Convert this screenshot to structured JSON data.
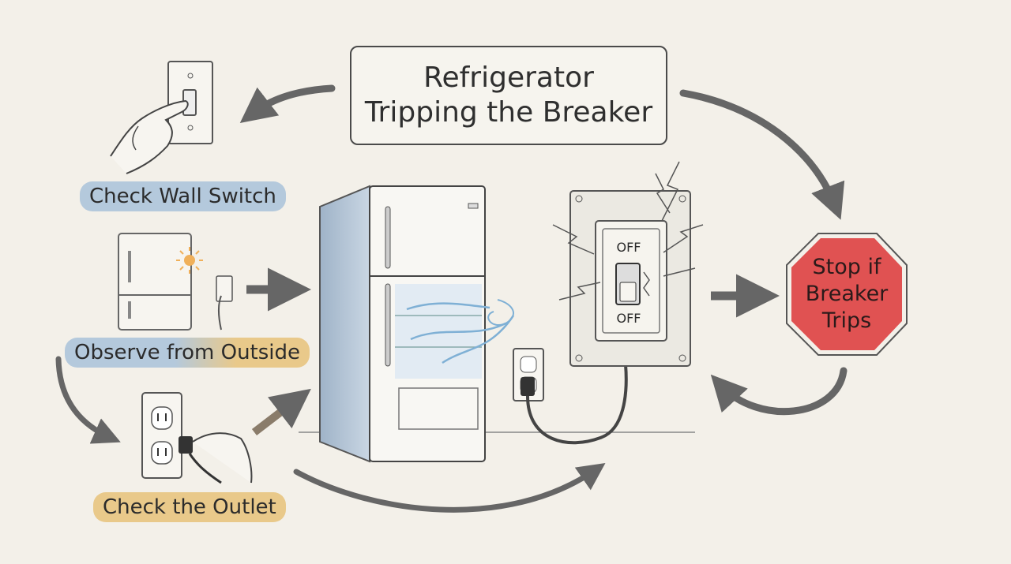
{
  "title": {
    "line1": "Refrigerator",
    "line2": "Tripping the Breaker"
  },
  "steps": {
    "check_wall_switch": "Check Wall Switch",
    "observe_from_outside": "Observe from Outside",
    "check_the_outlet": "Check the Outlet"
  },
  "breaker_panel": {
    "top_label": "OFF",
    "bottom_label": "OFF"
  },
  "stop_sign": {
    "line1": "Stop if",
    "line2": "Breaker",
    "line3": "Trips"
  },
  "colors": {
    "background": "#f3f0e9",
    "stop_sign": "#e05252",
    "label_blue": "#b4c9dc",
    "label_yellow": "#e9c98a",
    "arrow": "#5a5a5a"
  }
}
